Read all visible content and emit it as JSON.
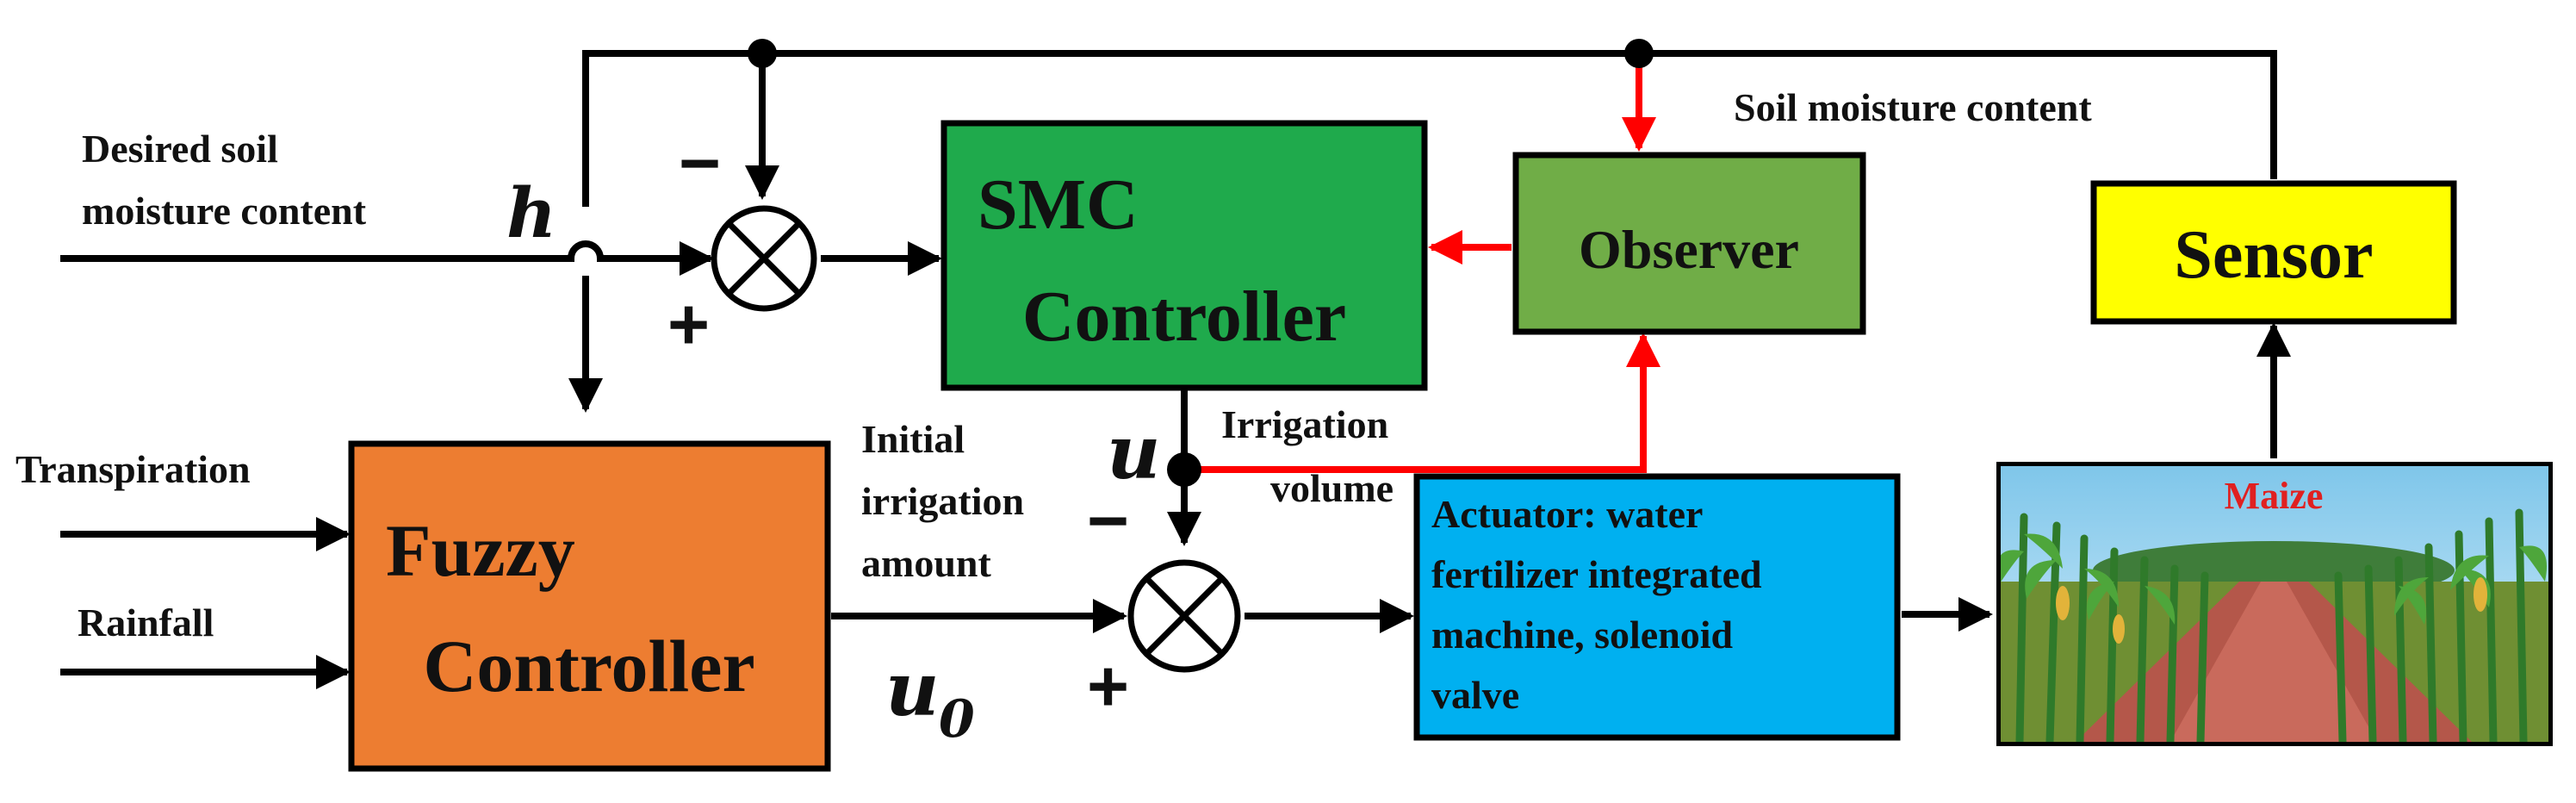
{
  "labels": {
    "desired_line1": "Desired soil",
    "desired_line2": "moisture content",
    "h": "h",
    "transpiration": "Transpiration",
    "rainfall": "Rainfall",
    "soil_moisture": "Soil moisture content",
    "initial_line1": "Initial",
    "initial_line2": "irrigation",
    "initial_line3": "amount",
    "u": "u",
    "u0": "u",
    "u0_sub": "0",
    "irrigation_line1": "Irrigation",
    "irrigation_line2": "volume",
    "maize": "Maize"
  },
  "signs": {
    "sum1_top": "−",
    "sum1_bottom": "+",
    "sum2_top": "−",
    "sum2_bottom": "+"
  },
  "blocks": {
    "smc_line1": "SMC",
    "smc_line2": "Controller",
    "observer": "Observer",
    "sensor": "Sensor",
    "fuzzy_line1": "Fuzzy",
    "fuzzy_line2": "Controller",
    "actuator_line1": "Actuator: water",
    "actuator_line2": "fertilizer integrated",
    "actuator_line3": "machine, solenoid",
    "actuator_line4": "valve"
  },
  "colors": {
    "smc": "#1faa4c",
    "observer": "#70ad47",
    "sensor": "#ffff00",
    "fuzzy": "#ed7d31",
    "actuator": "#00b0f0",
    "observer_link": "#ff0000",
    "line": "#000000"
  }
}
